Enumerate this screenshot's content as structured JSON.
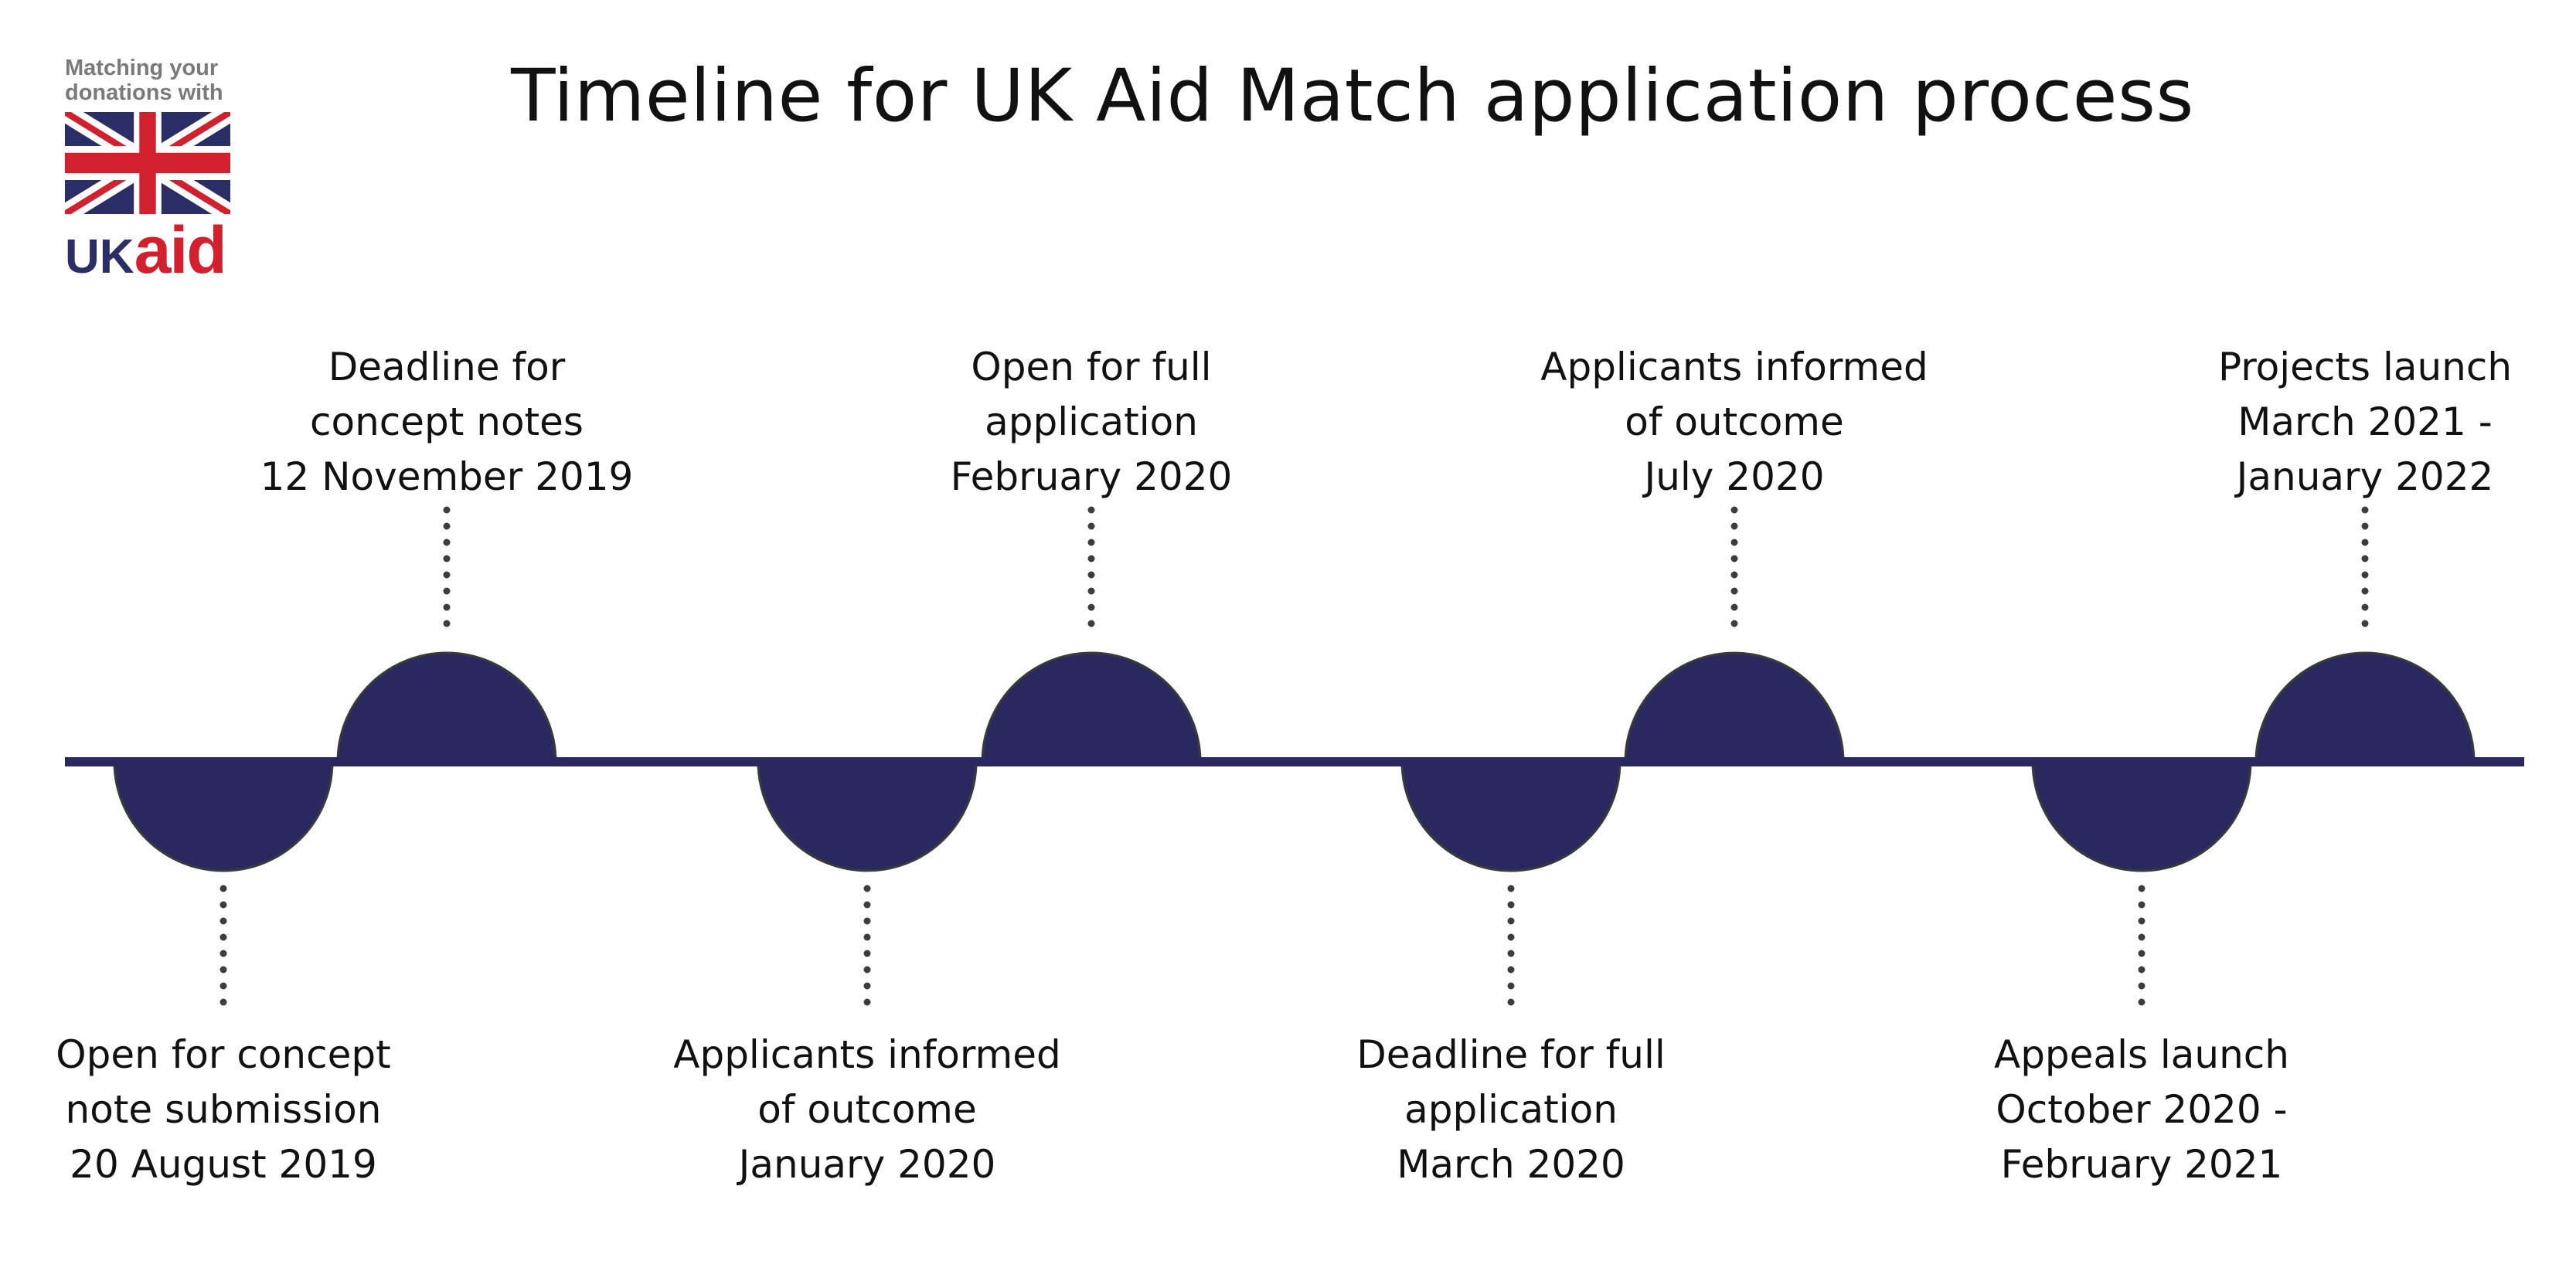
{
  "title": "Timeline for UK Aid Match application process",
  "logo": {
    "tagline_line1": "Matching your",
    "tagline_line2": "donations with",
    "wordmark_uk": "UK",
    "wordmark_aid": "aid"
  },
  "colors": {
    "timeline_navy": "#2a295f",
    "connector_dots": "#3d3d3d",
    "flag_blue": "#2a2d66",
    "flag_red": "#d3202e",
    "logo_grey": "#7a7a7a"
  },
  "milestones": [
    {
      "side": "below",
      "lines": [
        "Open for concept",
        "note submission",
        "20 August 2019"
      ]
    },
    {
      "side": "above",
      "lines": [
        "Deadline for",
        "concept notes",
        "12 November 2019"
      ]
    },
    {
      "side": "below",
      "lines": [
        "Applicants informed",
        "of outcome",
        "January 2020"
      ]
    },
    {
      "side": "above",
      "lines": [
        "Open for full",
        "application",
        "February 2020"
      ]
    },
    {
      "side": "below",
      "lines": [
        "Deadline for full",
        "application",
        "March 2020"
      ]
    },
    {
      "side": "above",
      "lines": [
        "Applicants informed",
        "of outcome",
        "July 2020"
      ]
    },
    {
      "side": "below",
      "lines": [
        "Appeals launch",
        "October 2020 -",
        "February 2021"
      ]
    },
    {
      "side": "above",
      "lines": [
        "Projects launch",
        "March 2021 -",
        "January 2022"
      ]
    }
  ]
}
